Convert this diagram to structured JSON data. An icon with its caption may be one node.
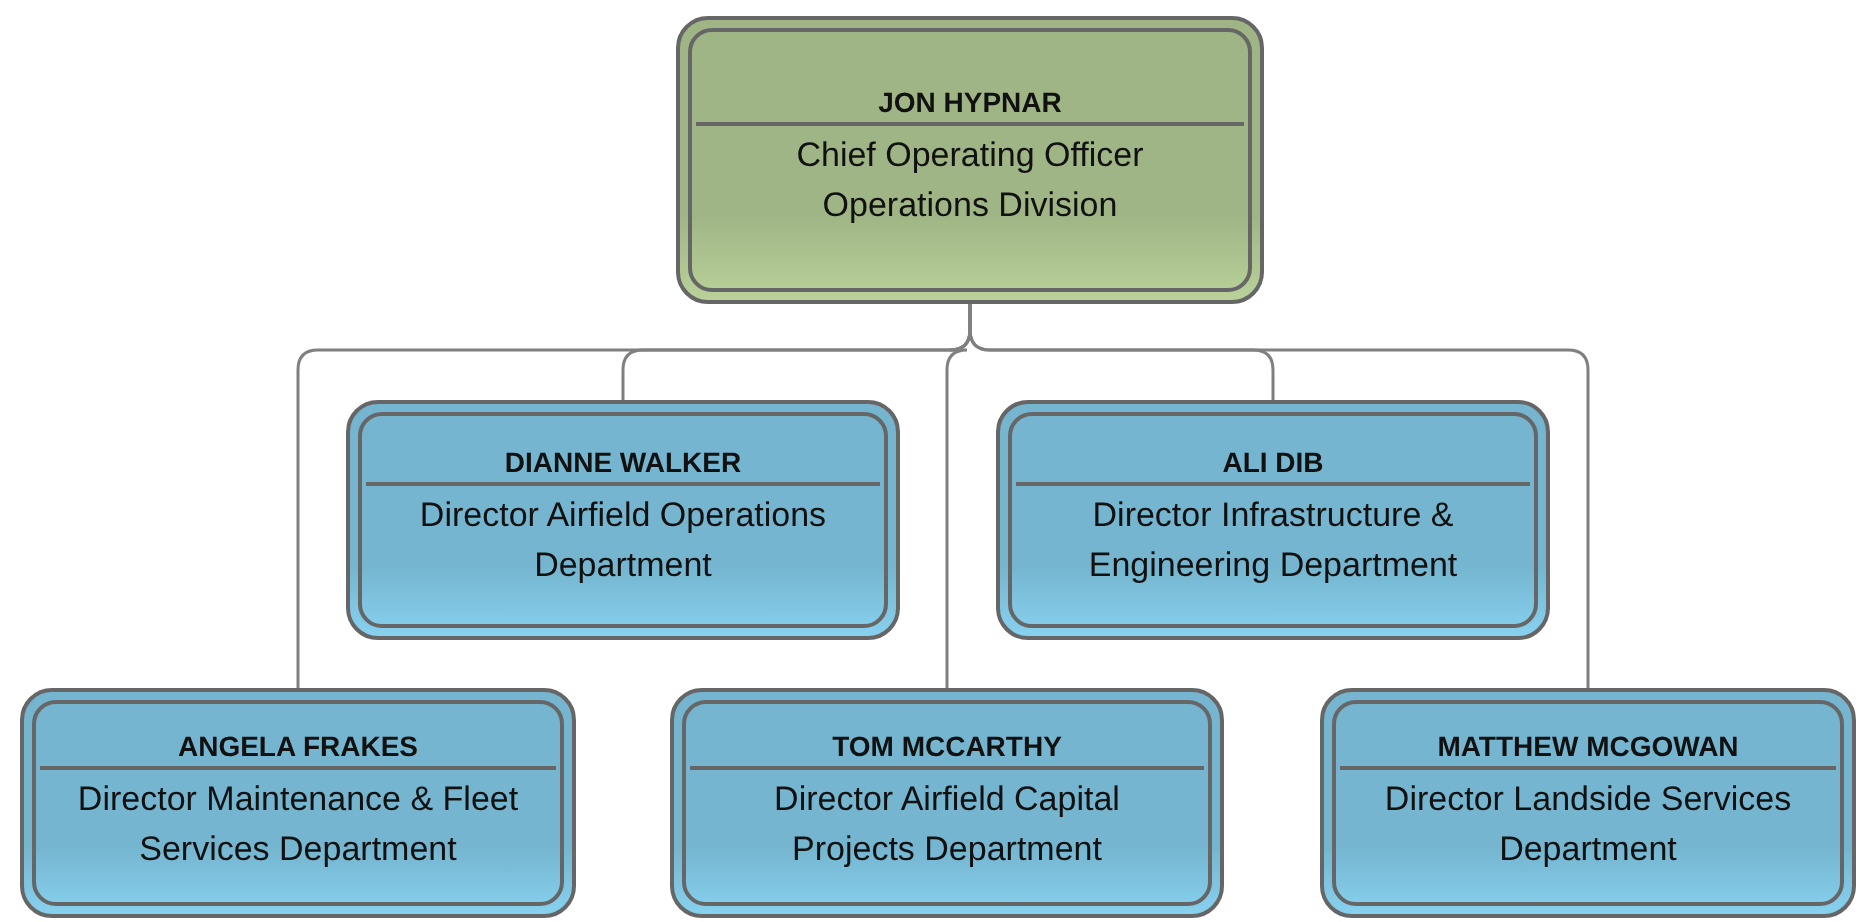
{
  "diagram": {
    "nodes": [
      {
        "text": [
          "JON HYPNAR",
          "Chief Operating Officer Operations Division"
        ]
      },
      {
        "text": [
          "DIANNE WALKER",
          "Director Airfield Operations Department"
        ]
      },
      {
        "text": [
          "ALI DIB",
          "Director Infrastructure & Engineering Department"
        ]
      },
      {
        "text": [
          "ANGELA FRAKES",
          "Director Maintenance & Fleet Services Department"
        ]
      },
      {
        "text": [
          "TOM MCCARTHY",
          "Director Airfield Capital Projects Department"
        ]
      },
      {
        "text": [
          "MATTHEW MCGOWAN",
          "Director Landside Services Department"
        ]
      }
    ],
    "edges": [
      {
        "from": 0,
        "to": 3,
        "arrow": "none"
      },
      {
        "from": 0,
        "to": 1,
        "arrow": "none"
      },
      {
        "from": 0,
        "to": 4,
        "arrow": "none"
      },
      {
        "from": 0,
        "to": 2,
        "arrow": "none"
      },
      {
        "from": 0,
        "to": 5,
        "arrow": "none"
      }
    ]
  }
}
